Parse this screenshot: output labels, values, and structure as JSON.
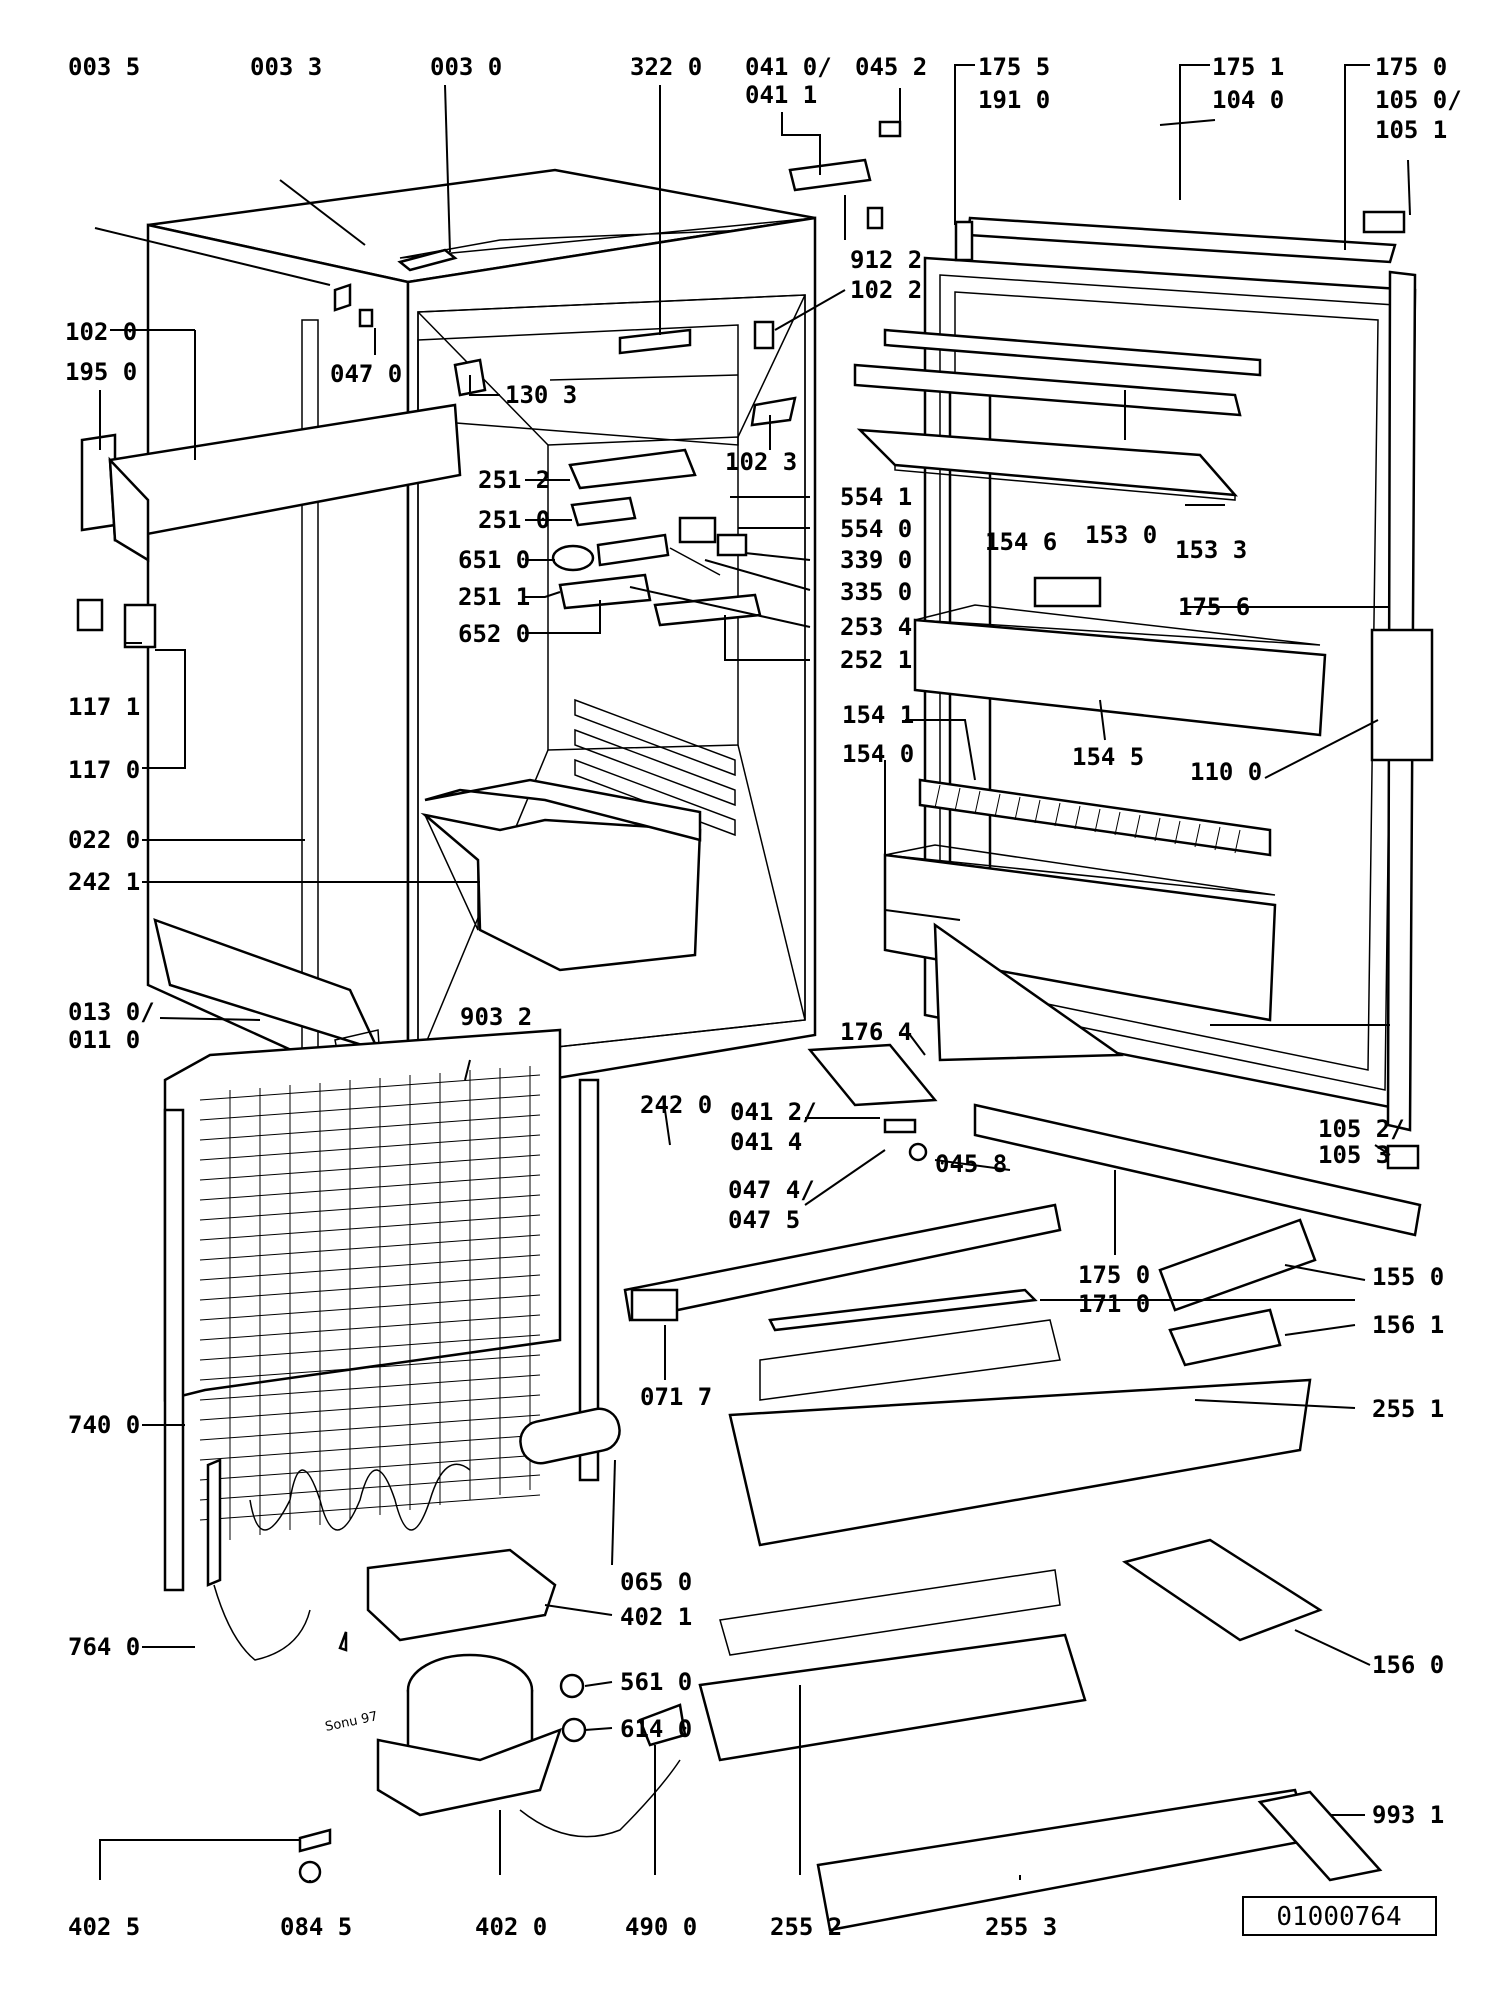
{
  "diagram": {
    "drawing_number": "01000764",
    "artist_mark": "Sonu 97",
    "labels": [
      {
        "id": "0035",
        "text": "003 5"
      },
      {
        "id": "0033",
        "text": "003 3"
      },
      {
        "id": "0030",
        "text": "003 0"
      },
      {
        "id": "3220",
        "text": "322 0"
      },
      {
        "id": "0410",
        "text": "041 0/"
      },
      {
        "id": "0411",
        "text": "041 1"
      },
      {
        "id": "0452",
        "text": "045 2"
      },
      {
        "id": "1755",
        "text": "175 5"
      },
      {
        "id": "1910",
        "text": "191 0"
      },
      {
        "id": "1751",
        "text": "175 1"
      },
      {
        "id": "1040",
        "text": "104 0"
      },
      {
        "id": "1750top",
        "text": "175 0"
      },
      {
        "id": "1050",
        "text": "105 0/"
      },
      {
        "id": "1051",
        "text": "105 1"
      },
      {
        "id": "9122",
        "text": "912 2"
      },
      {
        "id": "1022",
        "text": "102 2"
      },
      {
        "id": "1020",
        "text": "102 0"
      },
      {
        "id": "1950",
        "text": "195 0"
      },
      {
        "id": "0470",
        "text": "047 0"
      },
      {
        "id": "1303",
        "text": "130 3"
      },
      {
        "id": "1023",
        "text": "102 3"
      },
      {
        "id": "2512",
        "text": "251 2"
      },
      {
        "id": "2510",
        "text": "251 0"
      },
      {
        "id": "5541",
        "text": "554 1"
      },
      {
        "id": "5540",
        "text": "554 0"
      },
      {
        "id": "1530",
        "text": "153 0"
      },
      {
        "id": "1533",
        "text": "153 3"
      },
      {
        "id": "1546",
        "text": "154 6"
      },
      {
        "id": "6510",
        "text": "651 0"
      },
      {
        "id": "3390",
        "text": "339 0"
      },
      {
        "id": "2511",
        "text": "251 1"
      },
      {
        "id": "3350",
        "text": "335 0"
      },
      {
        "id": "1756",
        "text": "175 6"
      },
      {
        "id": "6520",
        "text": "652 0"
      },
      {
        "id": "2534",
        "text": "253 4"
      },
      {
        "id": "1171",
        "text": "117 1"
      },
      {
        "id": "2521",
        "text": "252 1"
      },
      {
        "id": "1170",
        "text": "117 0"
      },
      {
        "id": "1541",
        "text": "154 1"
      },
      {
        "id": "1540",
        "text": "154 0"
      },
      {
        "id": "1545",
        "text": "154 5"
      },
      {
        "id": "1100",
        "text": "110 0"
      },
      {
        "id": "0220",
        "text": "022 0"
      },
      {
        "id": "2421",
        "text": "242 1"
      },
      {
        "id": "0130",
        "text": "013 0/"
      },
      {
        "id": "0110",
        "text": "011 0"
      },
      {
        "id": "9032",
        "text": "903 2"
      },
      {
        "id": "1764",
        "text": "176 4"
      },
      {
        "id": "2420",
        "text": "242 0"
      },
      {
        "id": "0412",
        "text": "041 2/"
      },
      {
        "id": "0414",
        "text": "041 4"
      },
      {
        "id": "1052",
        "text": "105 2/"
      },
      {
        "id": "1053",
        "text": "105 3"
      },
      {
        "id": "0458",
        "text": "045 8"
      },
      {
        "id": "0474",
        "text": "047 4/"
      },
      {
        "id": "0475",
        "text": "047 5"
      },
      {
        "id": "1750mid",
        "text": "175 0"
      },
      {
        "id": "1550",
        "text": "155 0"
      },
      {
        "id": "1710",
        "text": "171 0"
      },
      {
        "id": "1561",
        "text": "156 1"
      },
      {
        "id": "0717",
        "text": "071 7"
      },
      {
        "id": "7400",
        "text": "740 0"
      },
      {
        "id": "2551",
        "text": "255 1"
      },
      {
        "id": "0650",
        "text": "065 0"
      },
      {
        "id": "4021",
        "text": "402 1"
      },
      {
        "id": "7640",
        "text": "764 0"
      },
      {
        "id": "1560",
        "text": "156 0"
      },
      {
        "id": "5610",
        "text": "561 0"
      },
      {
        "id": "6140",
        "text": "614 0"
      },
      {
        "id": "9931",
        "text": "993 1"
      },
      {
        "id": "4025",
        "text": "402 5"
      },
      {
        "id": "0845",
        "text": "084 5"
      },
      {
        "id": "4020",
        "text": "402 0"
      },
      {
        "id": "4900",
        "text": "490 0"
      },
      {
        "id": "2552",
        "text": "255 2"
      },
      {
        "id": "2553",
        "text": "255 3"
      }
    ]
  }
}
